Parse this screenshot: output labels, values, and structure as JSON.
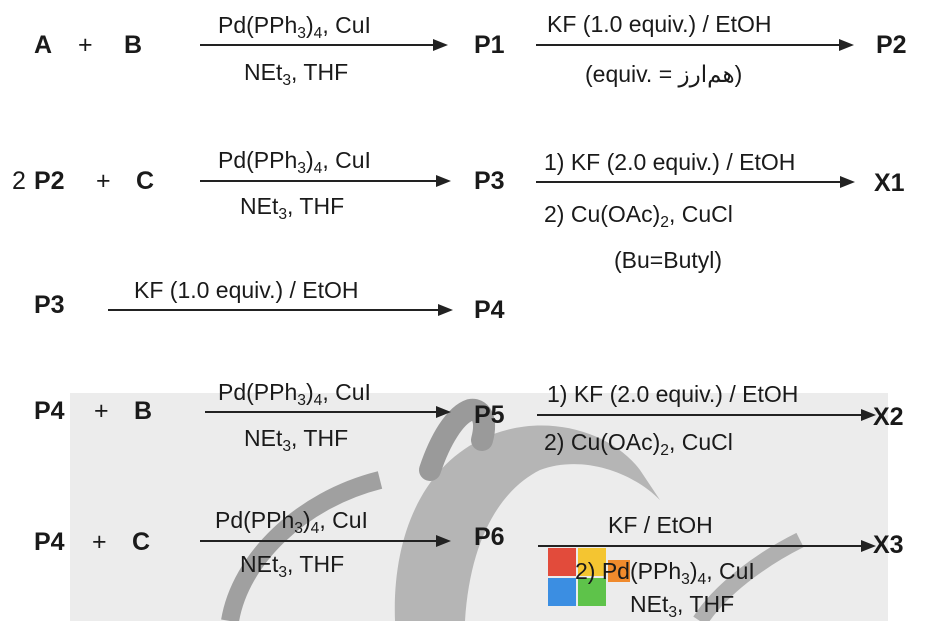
{
  "row1": {
    "a": "A",
    "plus1": "+",
    "b": "B",
    "r1_top": [
      "Pd(PPh",
      "3",
      ")",
      "4",
      ", CuI"
    ],
    "r1_bot": [
      "NEt",
      "3",
      ", THF"
    ],
    "p1": "P1",
    "r2_top": "KF (1.0 equiv.) / EtOH",
    "r2_bot": "(equiv. = هم‌ارز)",
    "p2": "P2"
  },
  "row2": {
    "coef": "2",
    "p2": "P2",
    "plus": "+",
    "c": "C",
    "r1_top": [
      "Pd(PPh",
      "3",
      ")",
      "4",
      ", CuI"
    ],
    "r1_bot": [
      "NEt",
      "3",
      ", THF"
    ],
    "p3": "P3",
    "r2_top": "1) KF (2.0 equiv.) / EtOH",
    "r2_bot": [
      "2) Cu(OAc)",
      "2",
      ", CuCl"
    ],
    "note": "(Bu=Butyl)",
    "x1": "X1"
  },
  "row3": {
    "p3": "P3",
    "r_top": "KF (1.0 equiv.) / EtOH",
    "p4": "P4"
  },
  "row4": {
    "p4": "P4",
    "plus": "+",
    "b": "B",
    "r1_top": [
      "Pd(PPh",
      "3",
      ")",
      "4",
      ", CuI"
    ],
    "r1_bot": [
      "NEt",
      "3",
      ", THF"
    ],
    "p5": "P5",
    "r2_top": "1) KF (2.0 equiv.) / EtOH",
    "r2_bot": [
      "2) Cu(OAc)",
      "2",
      ", CuCl"
    ],
    "x2": "X2"
  },
  "row5": {
    "p4": "P4",
    "plus": "+",
    "c": "C",
    "r1_top": [
      "Pd(PPh",
      "3",
      ")",
      "4",
      ", CuI"
    ],
    "r1_bot": [
      "NEt",
      "3",
      ", THF"
    ],
    "p6": "P6",
    "r2_top": "KF / EtOH",
    "r2_mid": [
      "2) Pd(PPh",
      "3",
      ")",
      "4",
      ", CuI"
    ],
    "r2_bot": [
      "NEt",
      "3",
      ", THF"
    ],
    "x3": "X3"
  },
  "colors": {
    "text": "#1a1a1a",
    "overlay": "#ececec",
    "figure": "#a8a8a8"
  }
}
